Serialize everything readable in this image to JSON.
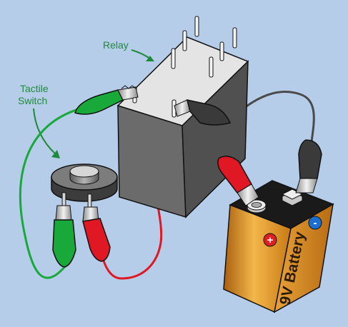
{
  "labels": {
    "relay": "Relay",
    "tactile_switch_line1": "Tactile",
    "tactile_switch_line2": "Switch"
  },
  "battery": {
    "text": "9V Battery",
    "plus_symbol": "+",
    "minus_symbol": "-"
  },
  "colors": {
    "background": "#b6cdea",
    "label_green": "#1f8a3a",
    "wire_green": "#19a83a",
    "wire_red": "#e01824",
    "wire_gray": "#4a4a4a",
    "relay_body": "#606060",
    "battery_orange": "#d98e1c",
    "plus_red": "#e02020",
    "minus_blue": "#1a6fd0"
  }
}
